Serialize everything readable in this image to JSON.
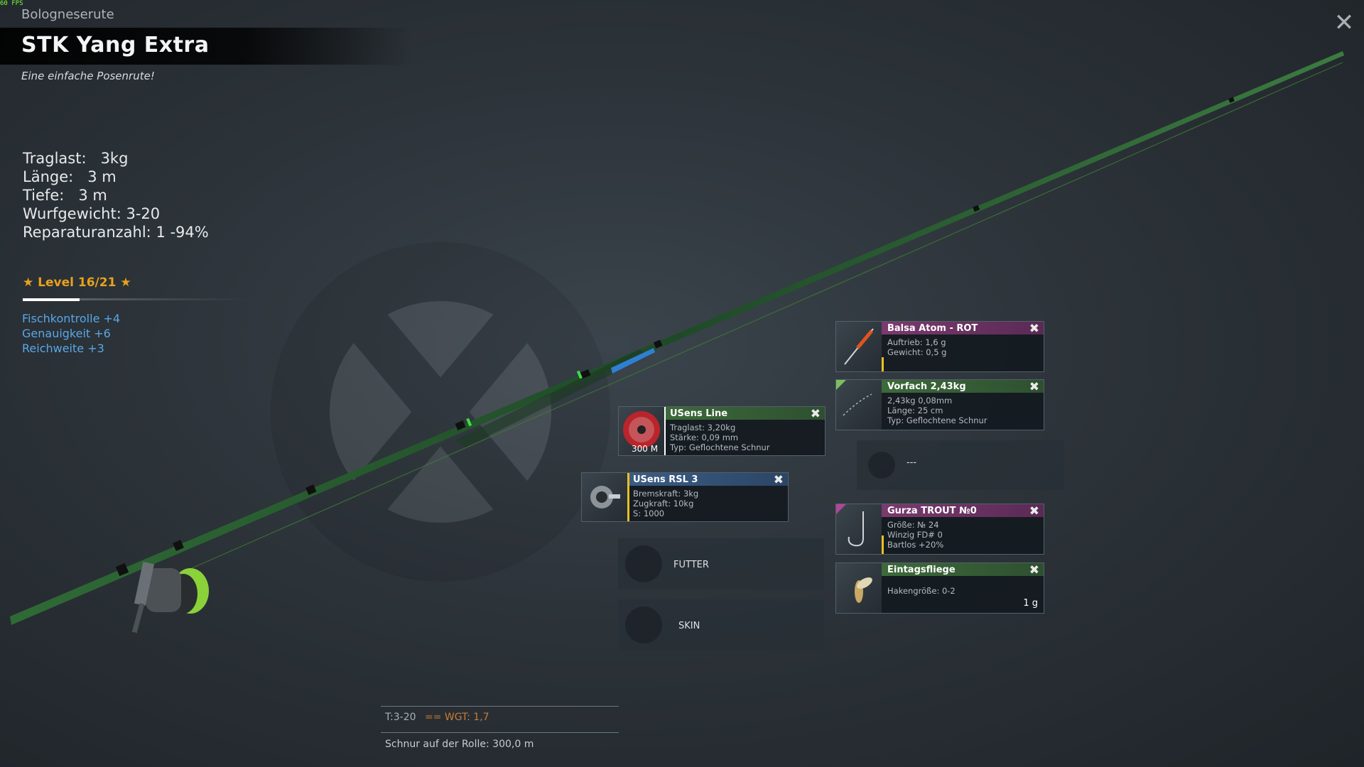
{
  "fps": "60 FPS",
  "header": {
    "category": "Bologneserute",
    "title": "STK Yang Extra",
    "subtitle": "Eine einfache Posenrute!"
  },
  "stats": [
    {
      "label": "Traglast:",
      "value": "3kg"
    },
    {
      "label": "Länge:",
      "value": "3 m"
    },
    {
      "label": "Tiefe:",
      "value": "3 m"
    },
    {
      "label": "Wurfgewicht:",
      "value": "3-20"
    },
    {
      "label": "Reparaturanzahl:",
      "value": "1 -94%"
    }
  ],
  "level": {
    "text": "★ Level 16/21 ★",
    "progress": 0.25
  },
  "bonuses": [
    "Fischkontrolle +4",
    "Genauigkeit +6",
    "Reichweite +3"
  ],
  "slots": {
    "line": {
      "name": "USens Line",
      "info": [
        "Traglast:   3,20kg",
        "Stärke:   0,09 mm",
        "Typ: Geflochtene Schnur"
      ],
      "thumb_label": "300 M",
      "bar_color": "#3d6a3a"
    },
    "reel": {
      "name": "USens RSL 3",
      "info": [
        "Bremskraft:   3kg",
        "Zugkraft:   10kg",
        "S: 1000"
      ],
      "bar_color": "#3b5d85"
    },
    "bait_feed": {
      "label": "FUTTER"
    },
    "skin": {
      "label": "SKIN"
    },
    "float": {
      "name": "Balsa Atom - ROT",
      "info": [
        "Auftrieb: 1,6 g",
        "Gewicht: 0,5 g"
      ],
      "bar_color": "#7a3a6e"
    },
    "leader": {
      "name": "Vorfach  2,43kg",
      "info": [
        "  2,43kg   0,08mm",
        "Länge:   25 cm",
        "Typ: Geflochtene Schnur"
      ],
      "bar_color": "#3d6a3a"
    },
    "empty": {
      "label": "---"
    },
    "hook": {
      "name": "Gurza TROUT №0",
      "info": [
        "Größe: № 24",
        "Winzig FD# 0",
        "Bartlos +20%"
      ],
      "bar_color": "#7a3a6e"
    },
    "bait": {
      "name": "Eintagsfliege",
      "info": [
        "Hakengröße: 0-2"
      ],
      "weight": "1 g",
      "bar_color": "#3d6a3a"
    }
  },
  "summary": {
    "t": "T:3-20",
    "wgt": "== WGT: 1,7",
    "line": "Schnur auf der Rolle: 300,0 m"
  },
  "icons": [
    "close-icon",
    "remove-icon",
    "fishing-rod",
    "reel-icon",
    "line-spool-icon",
    "float-icon",
    "hook-icon",
    "mayfly-icon",
    "feed-icon",
    "skin-icon",
    "gear-wrench-watermark"
  ]
}
